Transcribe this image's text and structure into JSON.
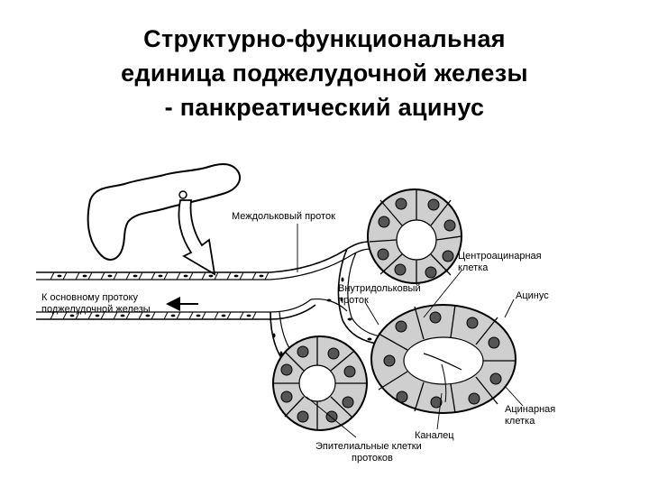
{
  "slide": {
    "title_lines": [
      "Структурно-функциональная",
      "единица поджелудочной железы",
      "- панкреатический ацинус"
    ]
  },
  "diagram": {
    "labels": {
      "interlobular_duct": "Междольковый проток",
      "to_main_duct_line1": "К основному протоку",
      "to_main_duct_line2": "поджелудочной железы",
      "centroacinar_line1": "Центроацинарная",
      "centroacinar_line2": "клетка",
      "intralobular_line1": "Внутридольковый",
      "intralobular_line2": "проток",
      "acinus": "Ацинус",
      "acinar_line1": "Ацинарная",
      "acinar_line2": "клетка",
      "canaliculus": "Каналец",
      "epithelial_line1": "Эпителиальные клетки",
      "epithelial_line2": "протоков"
    }
  }
}
